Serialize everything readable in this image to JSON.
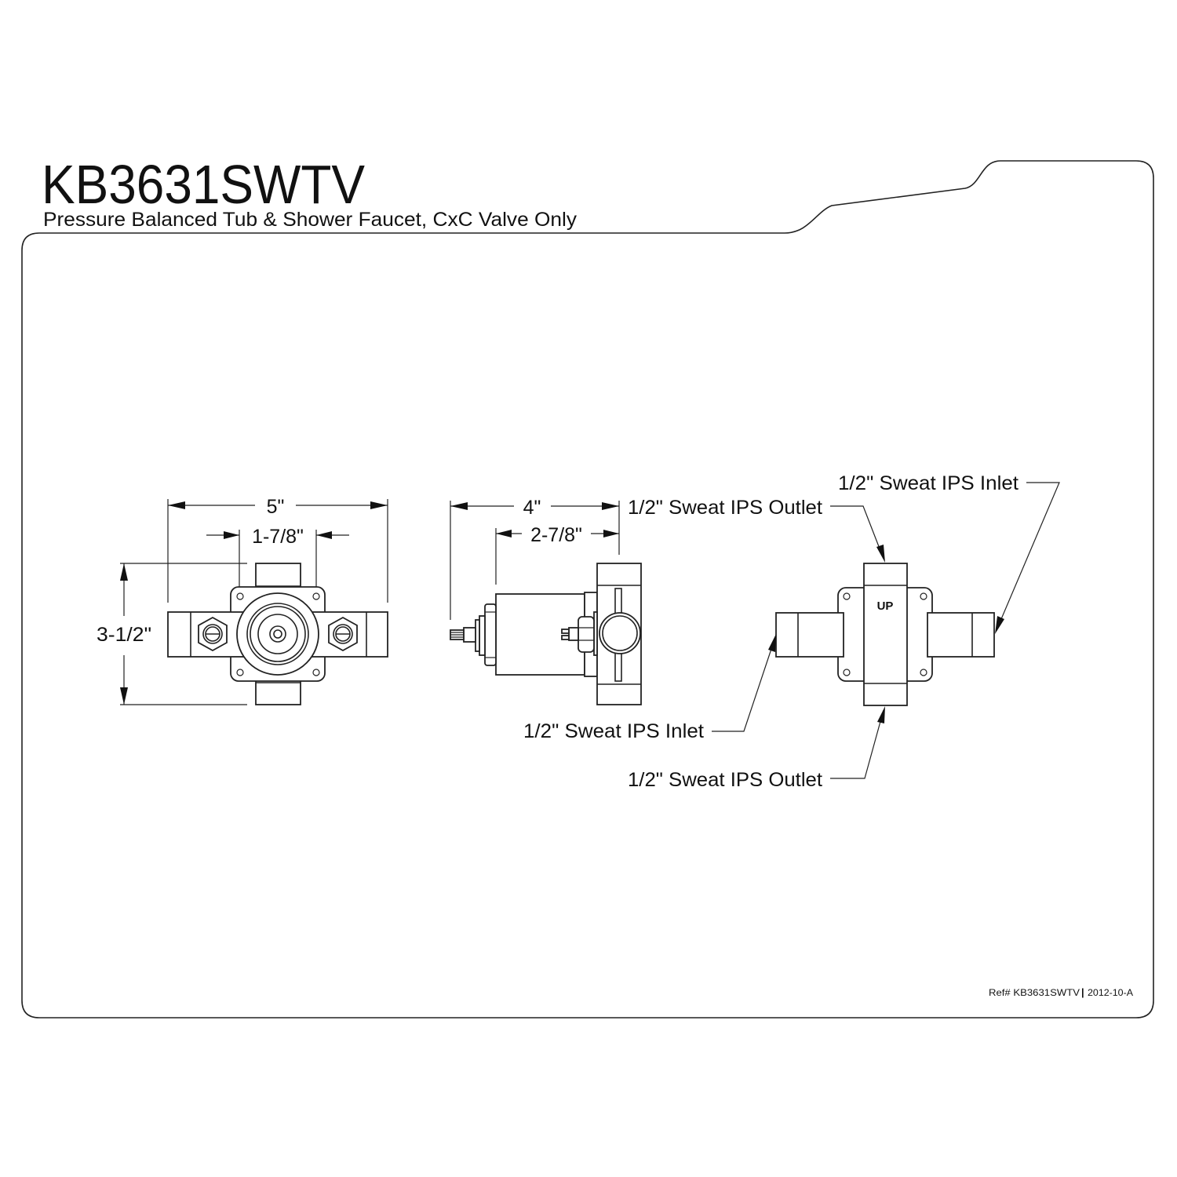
{
  "title": "KB3631SWTV",
  "subtitle": "Pressure Balanced Tub & Shower Faucet, CxC Valve Only",
  "front_view": {
    "width_dim": "5\"",
    "center_dim": "1-7/8\"",
    "height_dim": "3-1/2\""
  },
  "side_view": {
    "depth_dim": "4\"",
    "body_dim": "2-7/8\""
  },
  "back_view": {
    "up_label": "UP",
    "callouts": {
      "top_outlet": "1/2\" Sweat IPS Outlet",
      "right_inlet": "1/2\" Sweat IPS Inlet",
      "left_inlet": "1/2\" Sweat IPS Inlet",
      "bottom_outlet": "1/2\" Sweat IPS Outlet"
    }
  },
  "footer": {
    "ref": "Ref# KB3631SWTV",
    "separator": "|",
    "revision": "2012-10-A"
  }
}
